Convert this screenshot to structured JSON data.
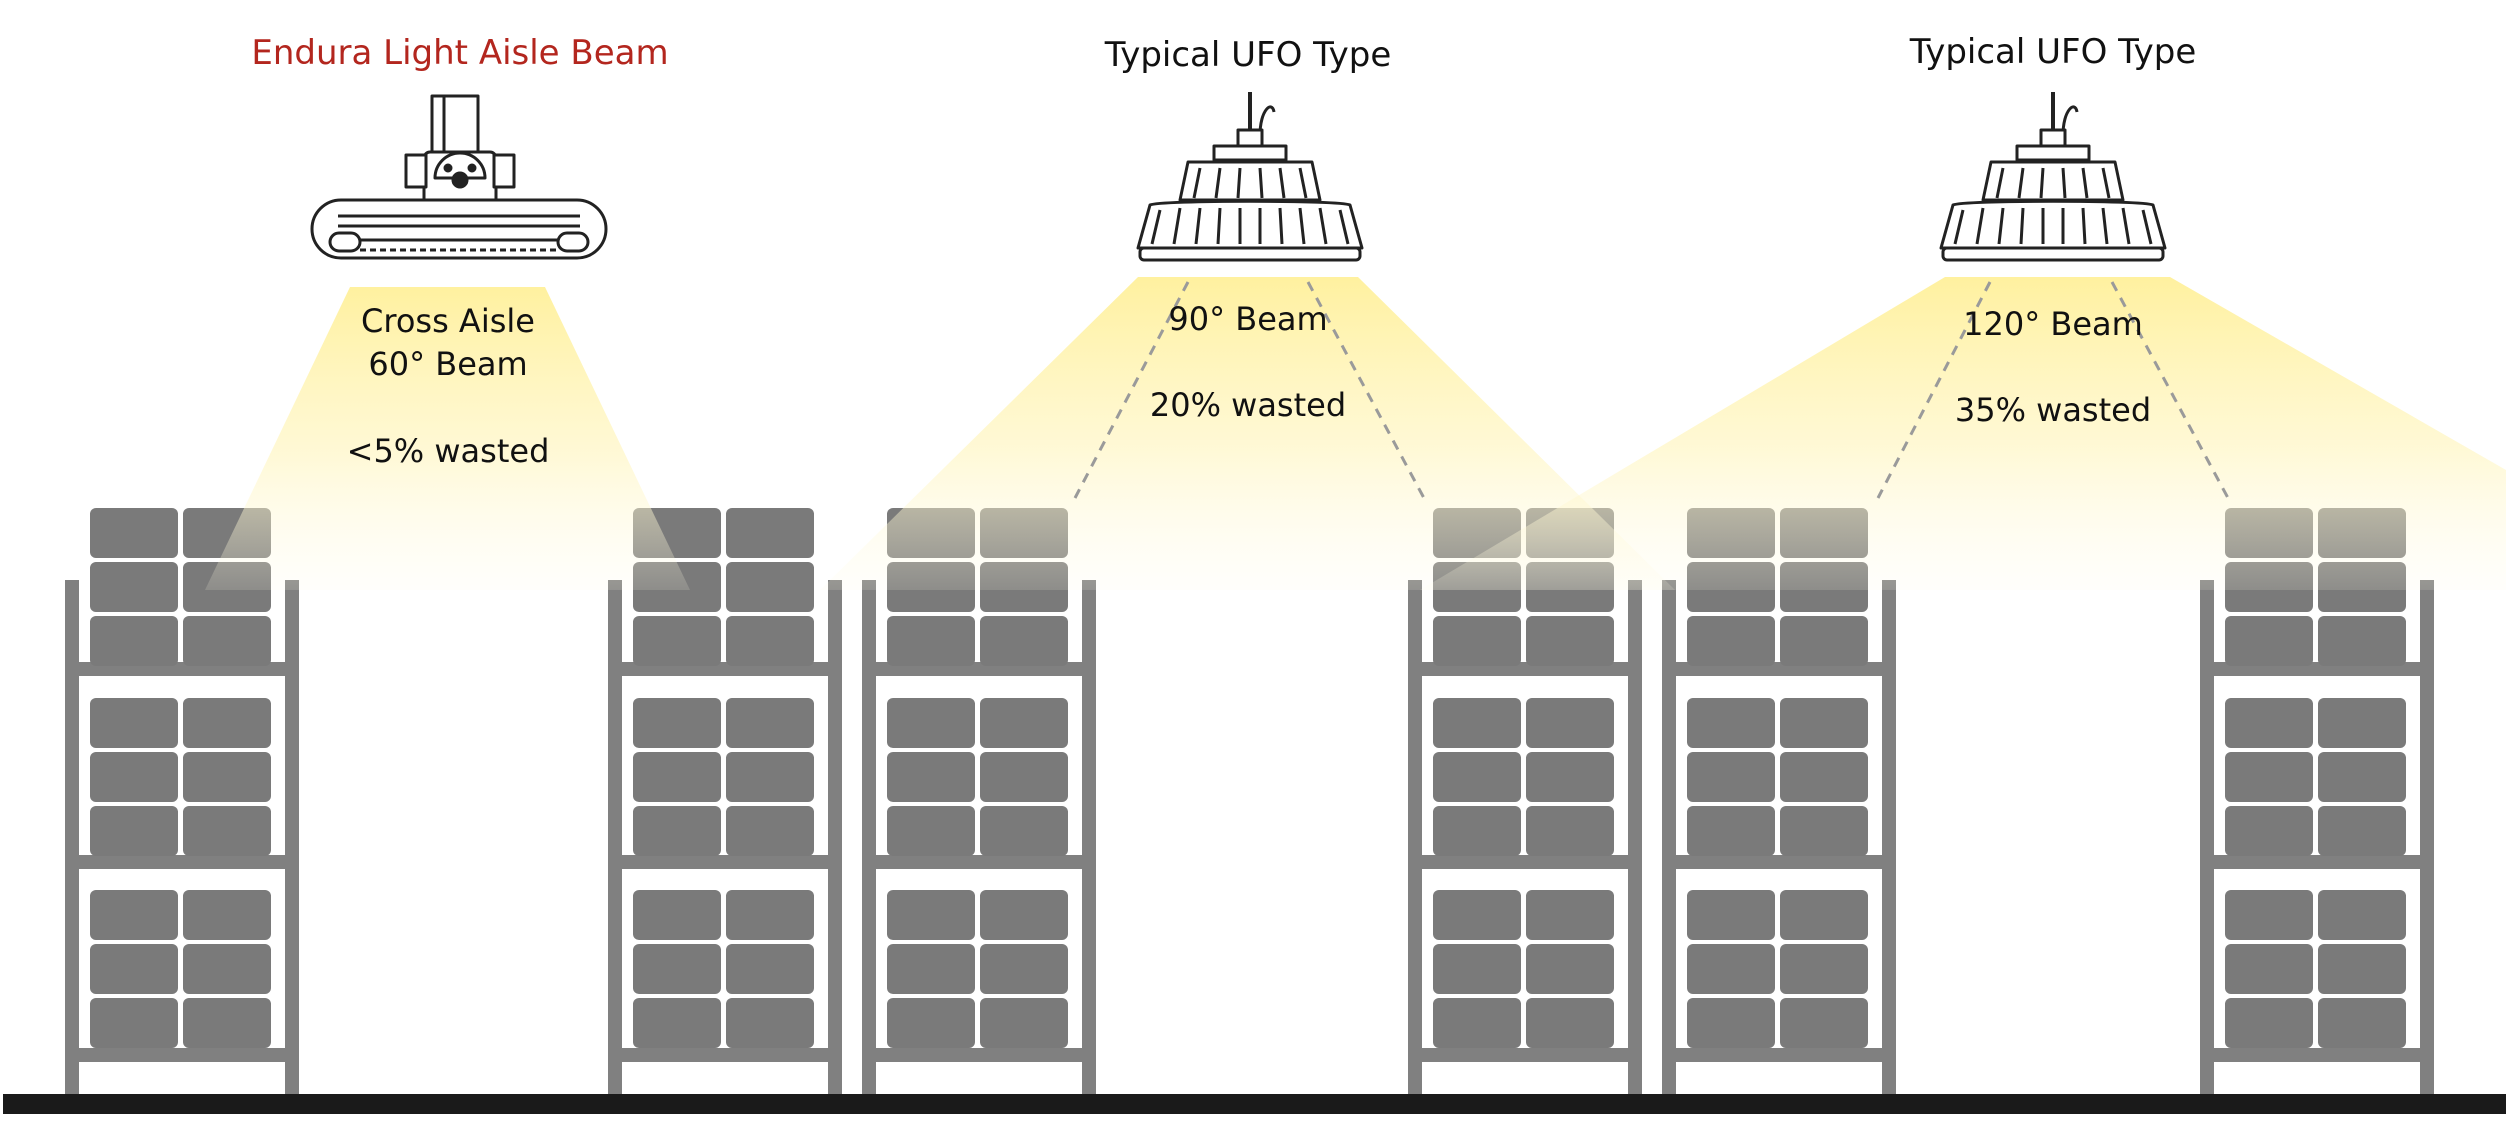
{
  "colors": {
    "accent_title": "#b3261e",
    "rack": "#808080",
    "rack_box": "#7a7a7a",
    "floor": "#1a1a1a",
    "beam_light": "#fff3a0",
    "guide_line": "#9a9a9a"
  },
  "panels": [
    {
      "title": "Endura Light Aisle Beam",
      "fixture_icon": "linear-aisle-fixture-icon",
      "beam_lines": [
        "Cross Aisle",
        "60° Beam"
      ],
      "waste": "<5% wasted"
    },
    {
      "title": "Typical UFO Type",
      "fixture_icon": "ufo-high-bay-icon",
      "beam_lines": [
        "90° Beam"
      ],
      "waste": "20% wasted"
    },
    {
      "title": "Typical UFO Type",
      "fixture_icon": "ufo-high-bay-icon",
      "beam_lines": [
        "120° Beam"
      ],
      "waste": "35% wasted"
    }
  ]
}
